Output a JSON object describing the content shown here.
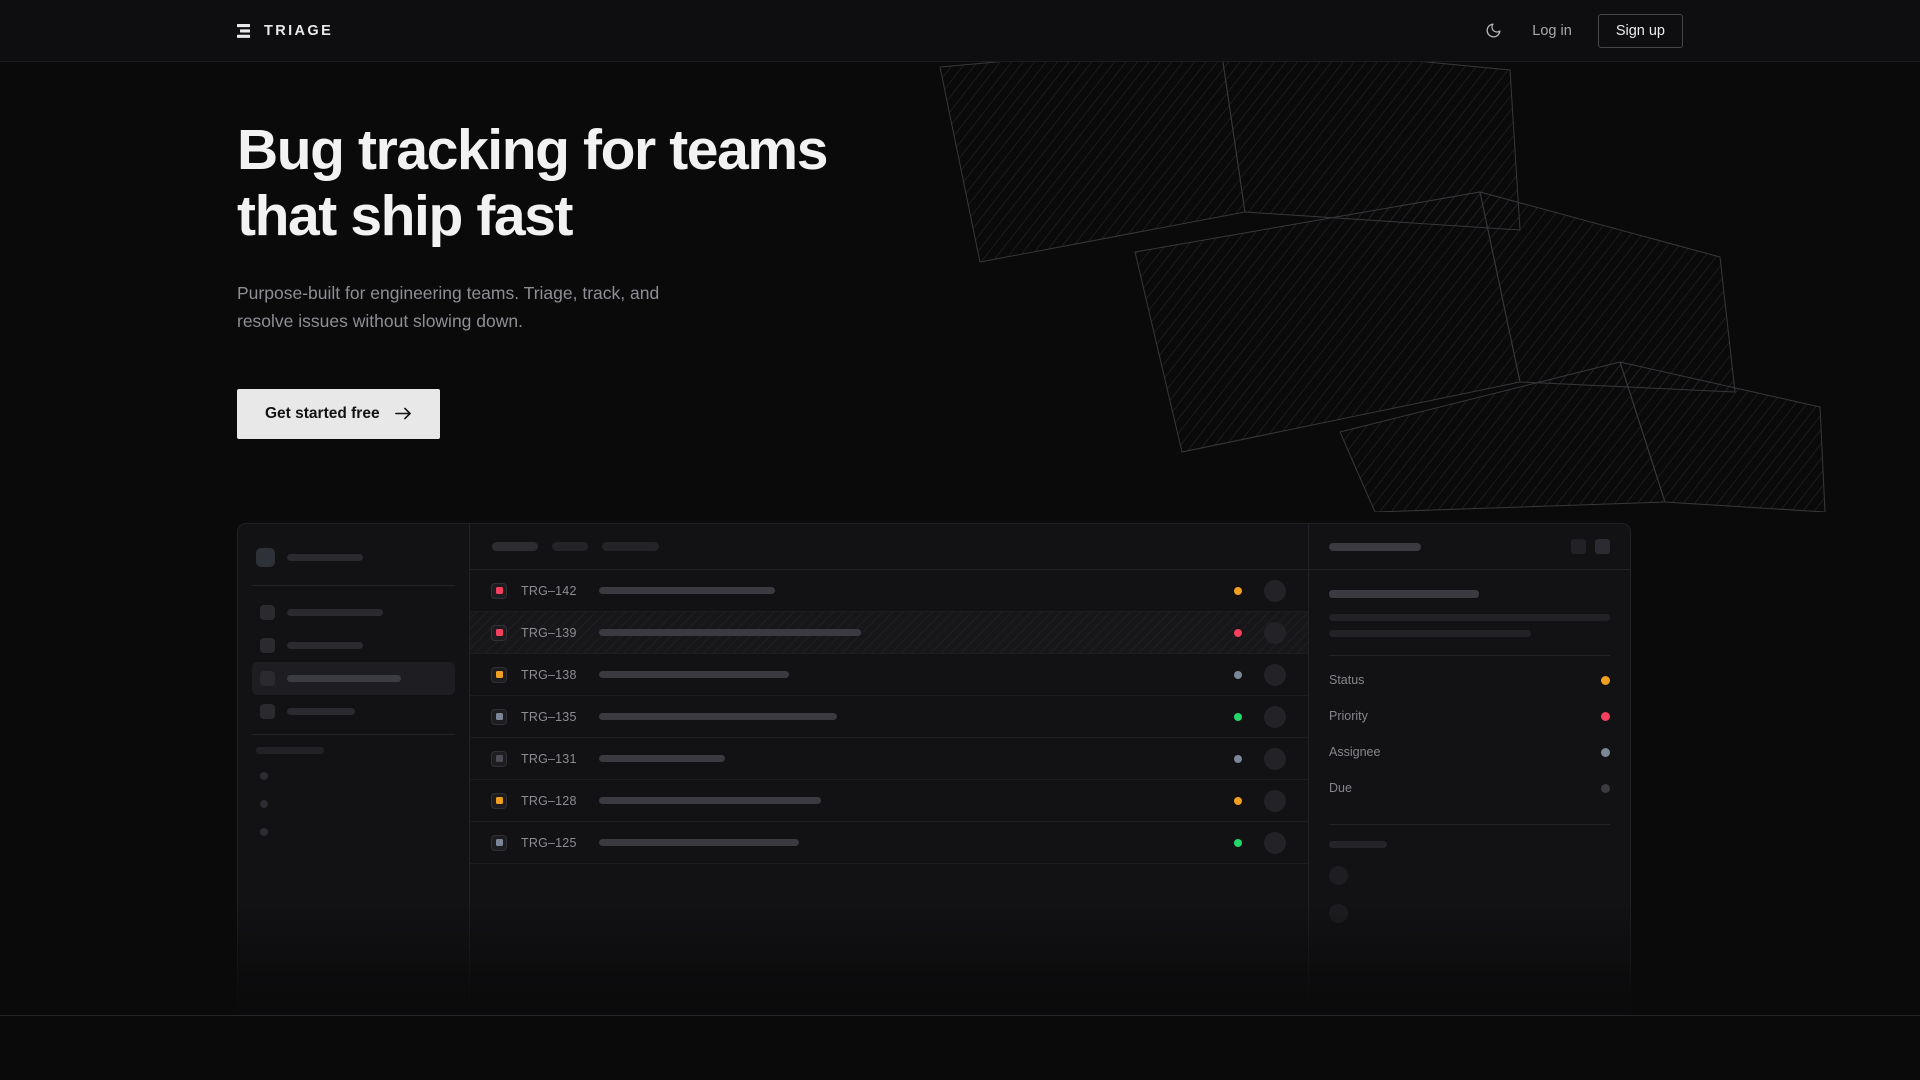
{
  "brand": {
    "name": "TRIAGE",
    "logo_icon": "stacked-bars-logo-icon"
  },
  "nav": {
    "theme_toggle_icon": "moon-icon",
    "login_label": "Log in",
    "signup_label": "Sign up"
  },
  "hero": {
    "heading_line1": "Bug tracking for teams",
    "heading_line2": "that ship fast",
    "subtitle": "Purpose-built for engineering teams. Triage, track, and resolve issues without slowing down.",
    "cta_label": "Get started free",
    "cta_icon": "arrow-right-icon"
  },
  "colors": {
    "page_bg": "#0a0a0b",
    "nav_bg": "#0e0e10",
    "card_bg": "#121214",
    "border": "#222226",
    "cta_bg": "#e8e8e8",
    "amber": "#f0a020",
    "pink": "#f43f5e",
    "slate": "#7b8799",
    "green": "#22d86a",
    "muted": "#3a3a40"
  },
  "mockup": {
    "sidebar": {
      "nav_items": [
        {
          "width": 96,
          "active": false
        },
        {
          "width": 76,
          "active": false
        },
        {
          "width": 114,
          "active": true
        },
        {
          "width": 68,
          "active": false
        }
      ],
      "mini_items": 3
    },
    "toolbar_pills": [
      46,
      36,
      57
    ],
    "issues": [
      {
        "id": "TRG–142",
        "priority_color": "#f43f5e",
        "status_color": "#f0a020",
        "title_width": 176,
        "selected": false
      },
      {
        "id": "TRG–139",
        "priority_color": "#f43f5e",
        "status_color": "#f43f5e",
        "title_width": 262,
        "selected": true
      },
      {
        "id": "TRG–138",
        "priority_color": "#f0a020",
        "status_color": "#7b8799",
        "title_width": 190,
        "selected": false
      },
      {
        "id": "TRG–135",
        "priority_color": "#7b8799",
        "status_color": "#22d86a",
        "title_width": 238,
        "selected": false
      },
      {
        "id": "TRG–131",
        "priority_color": "#4c4c54",
        "status_color": "#7b8799",
        "title_width": 126,
        "selected": false
      },
      {
        "id": "TRG–128",
        "priority_color": "#f0a020",
        "status_color": "#f0a020",
        "title_width": 222,
        "selected": false
      },
      {
        "id": "TRG–125",
        "priority_color": "#7b8799",
        "status_color": "#22d86a",
        "title_width": 200,
        "selected": false
      }
    ],
    "detail": {
      "fields": [
        {
          "label": "Status",
          "dot_color": "#f0a020"
        },
        {
          "label": "Priority",
          "dot_color": "#f43f5e"
        },
        {
          "label": "Assignee",
          "dot_color": "#7b8799"
        },
        {
          "label": "Due",
          "dot_color": "#3a3a40"
        }
      ],
      "activity_avatars": 2
    }
  }
}
